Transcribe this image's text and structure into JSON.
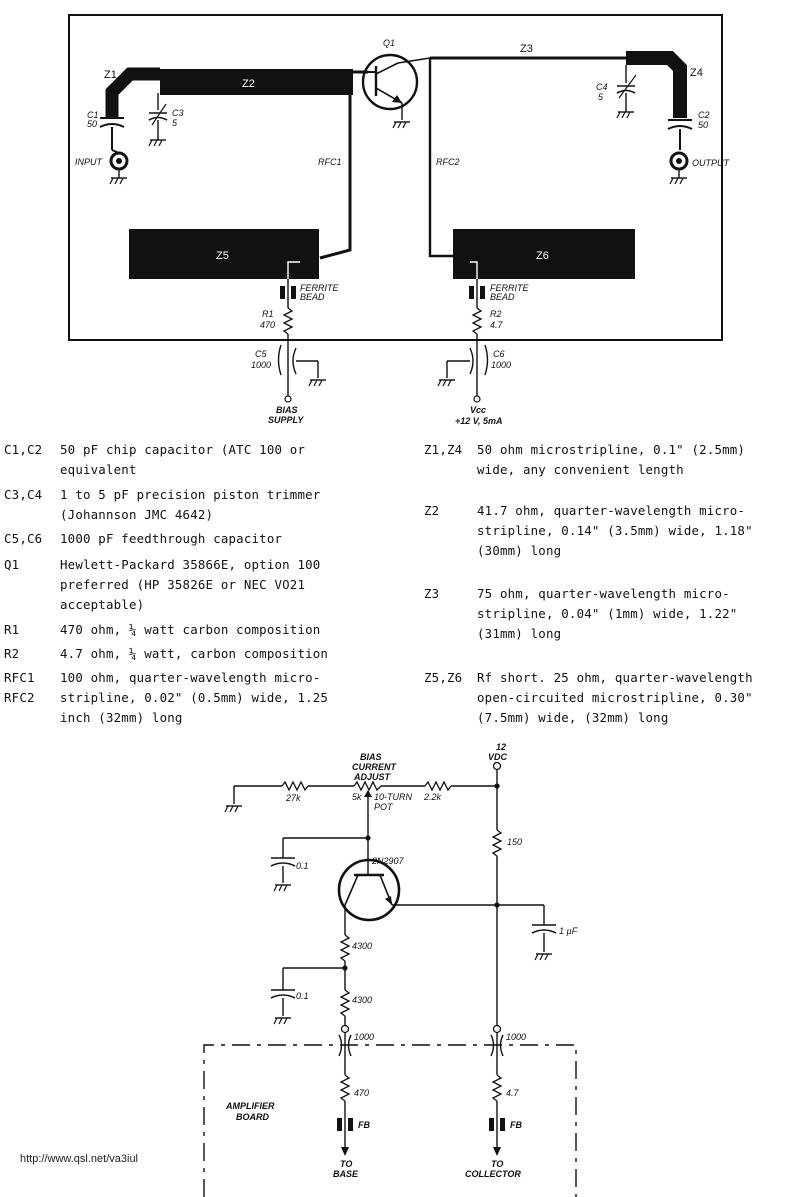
{
  "top_schematic": {
    "labels": {
      "q1": "Q1",
      "z1": "Z1",
      "z2": "Z2",
      "z3": "Z3",
      "z4": "Z4",
      "z5": "Z5",
      "z6": "Z6",
      "c1": "C1",
      "c1_val": "50",
      "c2": "C2",
      "c2_val": "50",
      "c3": "C3",
      "c3_val": "5",
      "c4": "C4",
      "c4_val": "5",
      "input": "INPUT",
      "output": "OUTPUT",
      "rfc1": "RFC1",
      "rfc2": "RFC2",
      "ferrite_l1": "FERRITE",
      "ferrite_l2": "BEAD",
      "ferrite_r1": "FERRITE",
      "ferrite_r2": "BEAD",
      "r1": "R1",
      "r1_val": "470",
      "r2": "R2",
      "r2_val": "4.7",
      "c5": "C5",
      "c5_val": "1000",
      "c6": "C6",
      "c6_val": "1000",
      "bias1": "BIAS",
      "bias2": "SUPPLY",
      "vcc": "Vcc",
      "vcc_sup": "+12 V, 5mA"
    }
  },
  "parts_list": {
    "left": [
      {
        "designator": "C1,C2",
        "lines": [
          "50 pF chip capacitor (ATC 100 or",
          "equivalent"
        ]
      },
      {
        "designator": "C3,C4",
        "lines": [
          "1 to 5 pF precision piston trimmer",
          "(Johannson JMC 4642)"
        ]
      },
      {
        "designator": "C5,C6",
        "lines": [
          "1000 pF feedthrough capacitor"
        ]
      },
      {
        "designator": "Q1",
        "lines": [
          "Hewlett-Packard 35866E, option 100",
          "preferred (HP 35826E or NEC VO21",
          "acceptable)"
        ]
      },
      {
        "designator": "R1",
        "lines": [
          "470 ohm, ¼ watt carbon composition"
        ]
      },
      {
        "designator": "R2",
        "lines": [
          "4.7 ohm, ¼ watt, carbon composition"
        ]
      },
      {
        "designator": "RFC1",
        "designator2": "RFC2",
        "lines": [
          "100 ohm, quarter-wavelength micro-",
          "stripline, 0.02\" (0.5mm) wide, 1.25",
          "inch (32mm) long"
        ]
      }
    ],
    "right": [
      {
        "designator": "Z1,Z4",
        "lines": [
          "50 ohm microstripline, 0.1\" (2.5mm)",
          "wide, any convenient length"
        ]
      },
      {
        "designator": "Z2",
        "lines": [
          "41.7 ohm, quarter-wavelength micro-",
          "stripline, 0.14\" (3.5mm) wide, 1.18\"",
          "(30mm) long"
        ]
      },
      {
        "designator": "Z3",
        "lines": [
          "75 ohm, quarter-wavelength micro-",
          "stripline, 0.04\" (1mm) wide, 1.22\"",
          "(31mm) long"
        ]
      },
      {
        "designator": "Z5,Z6",
        "lines": [
          "Rf short. 25 ohm, quarter-wavelength",
          "open-circuited microstripline, 0.30\"",
          "(7.5mm) wide, (32mm) long"
        ]
      }
    ]
  },
  "bias_schematic": {
    "labels": {
      "title1": "BIAS",
      "title2": "CURRENT",
      "title3": "ADJUST",
      "vdc1": "12",
      "vdc2": "VDC",
      "r27k": "27k",
      "pot_val": "5k",
      "pot1": "10-TURN",
      "pot2": "POT",
      "r22k": "2.2k",
      "r150": "150",
      "q": "2N2907",
      "c01a": "0.1",
      "c01b": "0.1",
      "c1uf": "1 µF",
      "r4300a": "4300",
      "r4300b": "4300",
      "fta": "1000",
      "ftb": "1000",
      "r470": "470",
      "r47": "4.7",
      "fb1": "FB",
      "fb2": "FB",
      "amp1": "AMPLIFIER",
      "amp2": "BOARD",
      "to1": "TO",
      "base": "BASE",
      "to2": "TO",
      "collector": "COLLECTOR"
    }
  },
  "credit": "http://www.qsl.net/va3iul"
}
